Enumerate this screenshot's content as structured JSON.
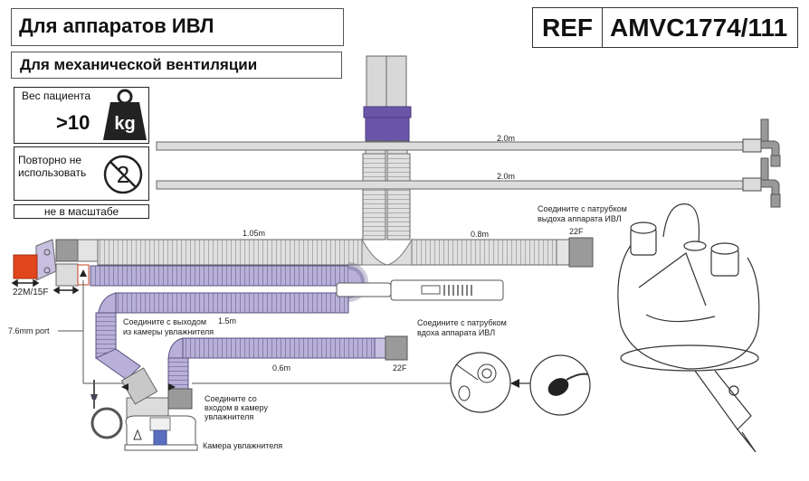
{
  "header": {
    "title": "Для аппаратов ИВЛ",
    "subtitle": "Для механической вентиляции",
    "ref_label": "REF",
    "ref_code": "AMVC1774/111"
  },
  "symbols": {
    "weight_label": "Вес пациента",
    "weight_value": ">10",
    "weight_unit": "kg",
    "reuse_label_line1": "Повторно не",
    "reuse_label_line2": "использовать",
    "reuse_icon_digit": "2",
    "scale_note": "не в масштабе"
  },
  "lengths": {
    "line_top": "2.0m",
    "line_bottom": "2.0m",
    "expiratory_left": "1.05m",
    "expiratory_right": "0.8m",
    "inspiratory_loop": "1.5m",
    "humidifier_segment": "0.6m"
  },
  "connectors": {
    "exp_end": "22F",
    "insp_end": "22F",
    "patient_end": "22M/15F",
    "port": "7.6mm port"
  },
  "annotations": {
    "exp_connect_line1": "Соедините с патрубком",
    "exp_connect_line2": "выдоха аппарата ИВЛ",
    "insp_connect_line1": "Соедините с патрубком",
    "insp_connect_line2": "вдоха аппарата ИВЛ",
    "chamber_out_line1": "Соедините с выходом",
    "chamber_out_line2": "из камеры увлажнителя",
    "chamber_in_line1": "Соедините со",
    "chamber_in_line2": "входом в камеру",
    "chamber_in_line3": "увлажнителя",
    "chamber_label": "Камера увлажнителя"
  },
  "colors": {
    "purple": "#6b55a8",
    "lavender": "#b8b0d8",
    "grey_tube": "#d6d6d6",
    "dark_grey": "#9a9a9a",
    "orange": "#e0451c",
    "blue": "#5b6fc0"
  }
}
